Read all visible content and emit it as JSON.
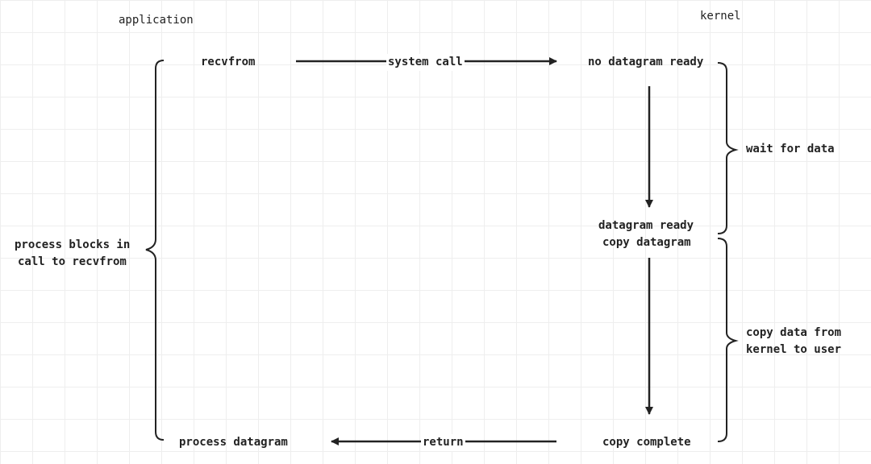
{
  "headers": {
    "application": "application",
    "kernel": "kernel"
  },
  "application": {
    "recvfrom": "recvfrom",
    "process_datagram": "process datagram",
    "blocks_line1": "process blocks in",
    "blocks_line2": "call to recvfrom"
  },
  "arrows": {
    "system_call": "system call",
    "return": "return"
  },
  "kernel": {
    "no_datagram_ready": "no datagram ready",
    "datagram_ready": "datagram ready",
    "copy_datagram": "copy datagram",
    "copy_complete": "copy complete",
    "wait_for_data": "wait for data",
    "copy_data_line1": "copy data from",
    "copy_data_line2": "kernel to user"
  }
}
